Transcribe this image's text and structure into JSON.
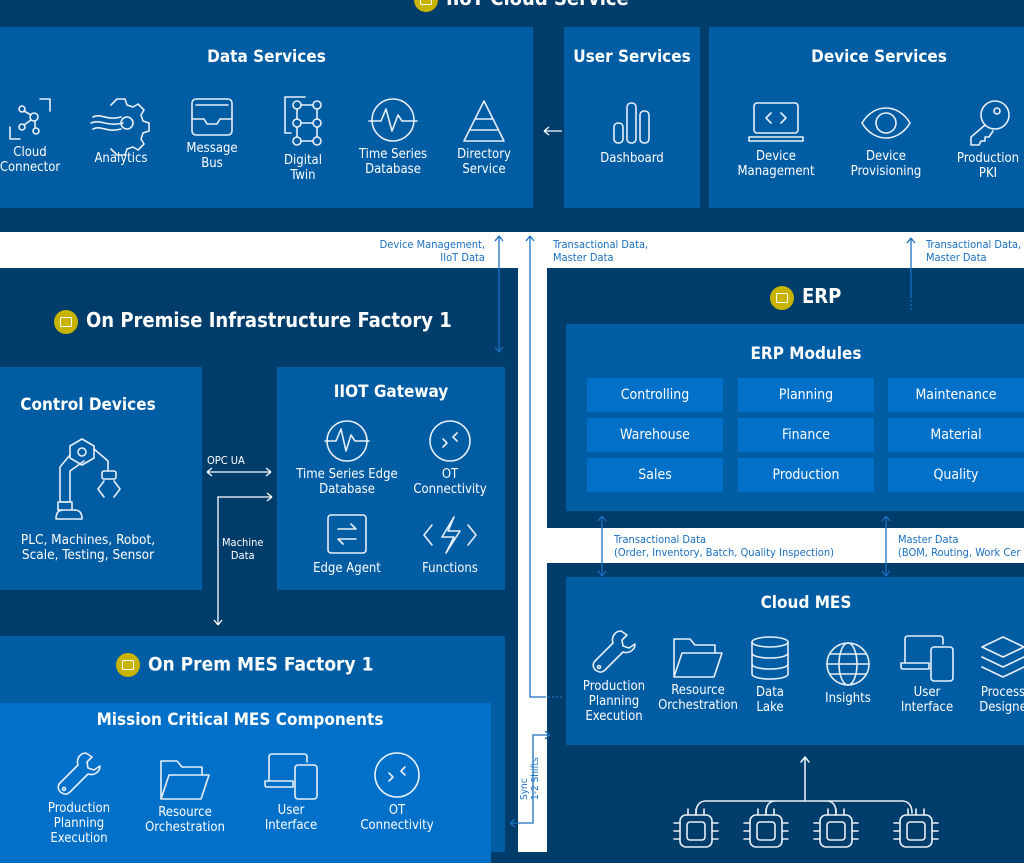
{
  "cloud": {
    "title": "IIoT Cloud Service",
    "data_services": {
      "title": "Data Services",
      "items": [
        {
          "label": "Cloud\nConnector",
          "icon": "network-icon"
        },
        {
          "label": "Analytics",
          "icon": "gear-waves-icon"
        },
        {
          "label": "Message\nBus",
          "icon": "inbox-icon"
        },
        {
          "label": "Digital\nTwin",
          "icon": "digital-twin-icon"
        },
        {
          "label": "Time Series\nDatabase",
          "icon": "pulse-icon"
        },
        {
          "label": "Directory\nService",
          "icon": "pyramid-icon"
        }
      ]
    },
    "user_services": {
      "title": "User Services",
      "items": [
        {
          "label": "Dashboard",
          "icon": "bar-chart-icon"
        }
      ]
    },
    "device_services": {
      "title": "Device Services",
      "items": [
        {
          "label": "Device\nManagement",
          "icon": "laptop-code-icon"
        },
        {
          "label": "Device\nProvisioning",
          "icon": "eye-icon"
        },
        {
          "label": "Production\nPKI",
          "icon": "key-icon"
        }
      ]
    }
  },
  "flows": {
    "device_mgmt": "Device Management,\nIIoT Data",
    "trans_master_1": "Transactional Data,\nMaster Data",
    "trans_master_2": "Transactional Data,\nMaster Data",
    "transactional": "Transactional Data\n(Order, Inventory, Batch, Quality Inspection)",
    "master": "Master Data\n(BOM, Routing, Work Cer",
    "opc": "OPC UA",
    "machine": "Machine\nData",
    "sync": "Sync\n1-2 Shifts"
  },
  "onprem": {
    "title": "On Premise Infrastructure Factory 1",
    "control": {
      "title": "Control Devices",
      "desc": "PLC, Machines, Robot,\nScale, Testing, Sensor",
      "icon": "robot-arm-icon"
    },
    "gateway": {
      "title": "IIOT Gateway",
      "items": [
        {
          "label": "Time Series Edge\nDatabase",
          "icon": "pulse-icon"
        },
        {
          "label": "OT\nConnectivity",
          "icon": "ot-connect-icon"
        },
        {
          "label": "Edge Agent",
          "icon": "swap-icon"
        },
        {
          "label": "Functions",
          "icon": "functions-icon"
        }
      ]
    }
  },
  "mes": {
    "title": "On Prem MES Factory 1",
    "box_title": "Mission Critical MES Components",
    "items": [
      {
        "label": "Production\nPlanning\nExecution",
        "icon": "wrench-icon"
      },
      {
        "label": "Resource\nOrchestration",
        "icon": "folder-icon"
      },
      {
        "label": "User\nInterface",
        "icon": "devices-icon"
      },
      {
        "label": "OT\nConnectivity",
        "icon": "ot-connect-icon"
      }
    ]
  },
  "erp": {
    "title": "ERP",
    "modules_title": "ERP Modules",
    "modules": [
      "Controlling",
      "Planning",
      "Maintenance",
      "Warehouse",
      "Finance",
      "Material",
      "Sales",
      "Production",
      "Quality"
    ]
  },
  "cloud_mes": {
    "title": "Cloud MES",
    "items": [
      {
        "label": "Production\nPlanning\nExecution",
        "icon": "wrench-icon"
      },
      {
        "label": "Resource\nOrchestration",
        "icon": "folder-icon"
      },
      {
        "label": "Data\nLake",
        "icon": "database-icon"
      },
      {
        "label": "Insights",
        "icon": "globe-icon"
      },
      {
        "label": "User\nInterface",
        "icon": "devices-icon"
      },
      {
        "label": "Process\nDesigne",
        "icon": "layers-icon"
      }
    ]
  },
  "colors": {
    "navy": "#003d6b",
    "panel": "#005ca3",
    "tile": "#0070c8",
    "badge": "#c8b400",
    "flow": "#1a6fc0"
  }
}
